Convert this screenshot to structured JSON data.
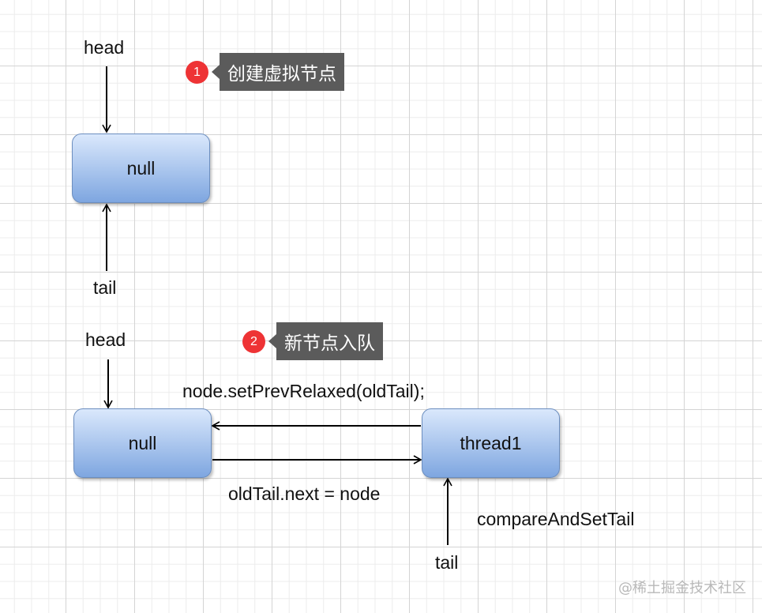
{
  "step1": {
    "badge": "1",
    "callout": "创建虚拟节点",
    "head_label": "head",
    "tail_label": "tail",
    "node_label": "null"
  },
  "step2": {
    "badge": "2",
    "callout": "新节点入队",
    "head_label": "head",
    "tail_label": "tail",
    "null_node_label": "null",
    "thread_node_label": "thread1",
    "prev_edge_label": "node.setPrevRelaxed(oldTail);",
    "next_edge_label": "oldTail.next = node",
    "cas_label": "compareAndSetTail"
  },
  "watermark": "@稀土掘金技术社区"
}
